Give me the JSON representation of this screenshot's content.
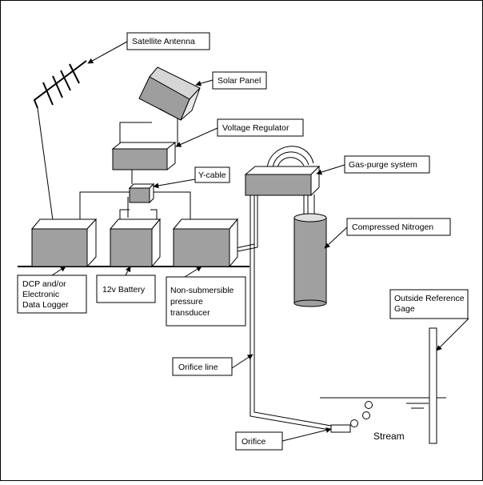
{
  "labels": {
    "satellite_antenna": "Satellite Antenna",
    "solar_panel": "Solar Panel",
    "voltage_regulator": "Voltage Regulator",
    "y_cable": "Y-cable",
    "gas_purge": "Gas-purge system",
    "compressed_nitrogen": "Compressed Nitrogen",
    "dcp_line1": "DCP and/or",
    "dcp_line2": "Electronic",
    "dcp_line3": "Data Logger",
    "battery": "12v Battery",
    "transducer_line1": "Non-submersible",
    "transducer_line2": "pressure",
    "transducer_line3": "transducer",
    "outside_ref_line1": "Outside Reference",
    "outside_ref_line2": "Gage",
    "orifice_line": "Orifice line",
    "orifice": "Orifice",
    "stream": "Stream"
  }
}
